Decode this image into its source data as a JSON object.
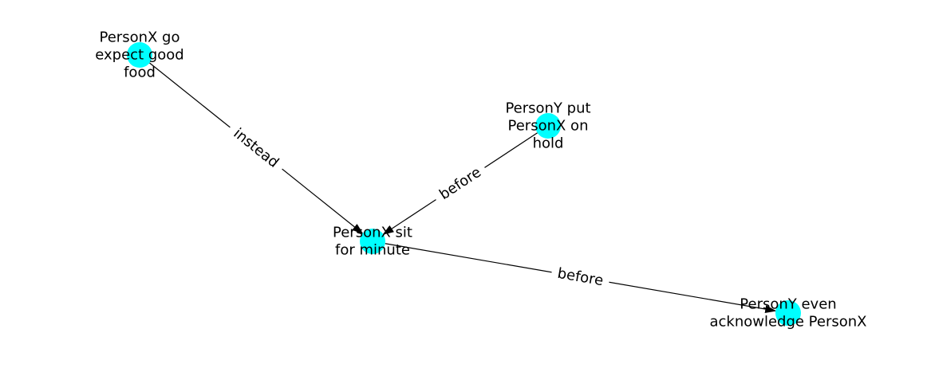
{
  "graph": {
    "colors": {
      "node": "#00ffff",
      "edge": "#000000",
      "text": "#000000"
    },
    "nodes": [
      {
        "id": "n1",
        "lines": [
          "PersonX go",
          "expect good",
          "food"
        ]
      },
      {
        "id": "n2",
        "lines": [
          "PersonY put",
          "PersonX on",
          "hold"
        ]
      },
      {
        "id": "n3",
        "lines": [
          "PersonX sit",
          "for minute"
        ]
      },
      {
        "id": "n4",
        "lines": [
          "PersonY even",
          "acknowledge PersonX"
        ]
      }
    ],
    "edges": [
      {
        "source": "n1",
        "target": "n3",
        "label": "instead"
      },
      {
        "source": "n2",
        "target": "n3",
        "label": "before"
      },
      {
        "source": "n3",
        "target": "n4",
        "label": "before"
      }
    ]
  }
}
